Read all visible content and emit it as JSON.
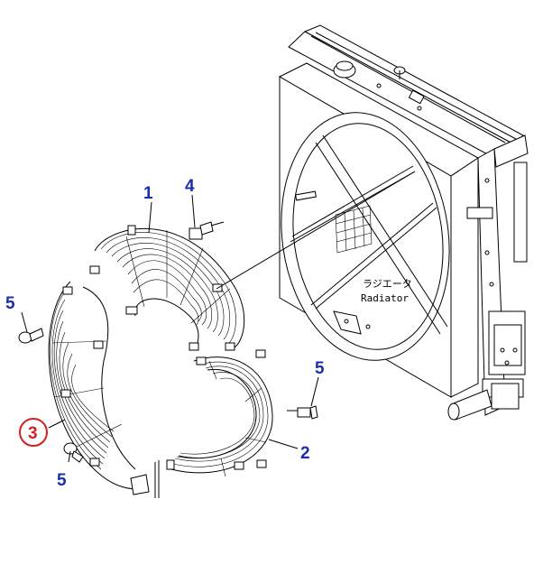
{
  "callouts": {
    "c1": "1",
    "c2": "2",
    "c3": "3",
    "c4": "4",
    "c5a": "5",
    "c5b": "5",
    "c5c": "5"
  },
  "labels": {
    "radiator_jp": "ラジエータ",
    "radiator_en": "Radiator"
  },
  "colors": {
    "callout_blue": "#1a2faa",
    "highlight_red": "#d42020",
    "line": "#000000"
  }
}
